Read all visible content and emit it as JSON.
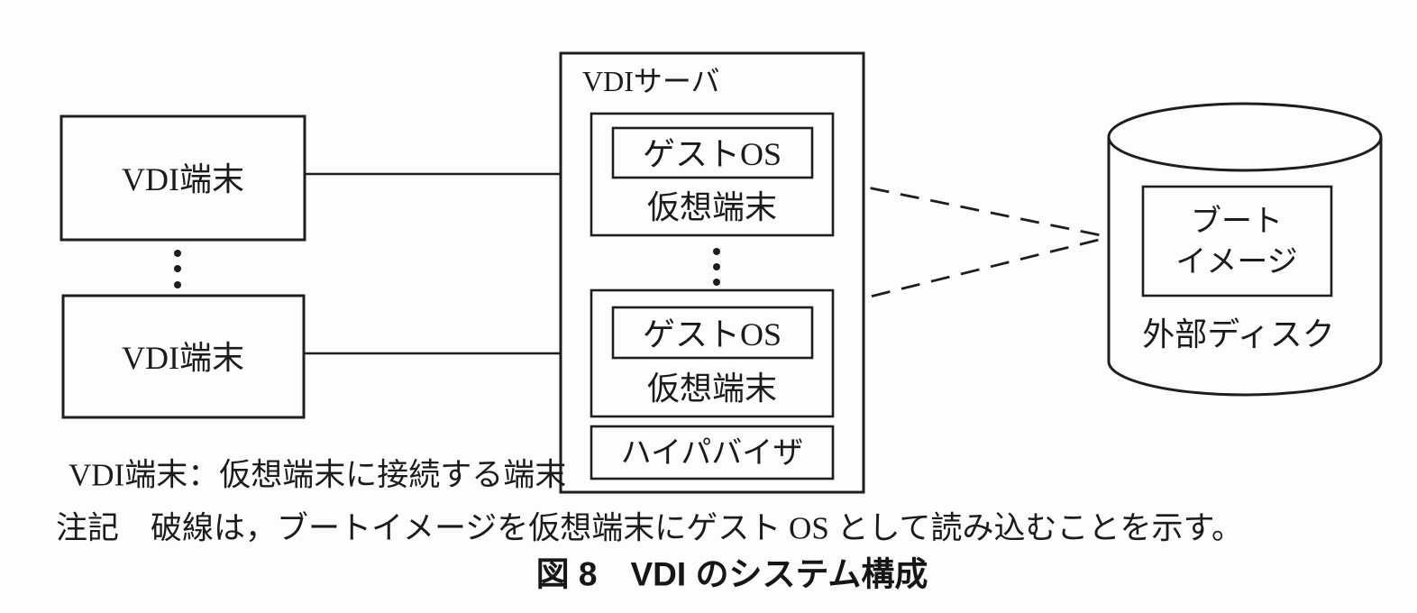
{
  "figure": {
    "vdi_terminal_label": "VDI端末",
    "vdi_server_label": "VDIサーバ",
    "guest_os_label": "ゲストOS",
    "virtual_terminal_label": "仮想端末",
    "hypervisor_label": "ハイパバイザ",
    "boot_image_line1": "ブート",
    "boot_image_line2": "イメージ",
    "external_disk_label": "外部ディスク"
  },
  "annotations": {
    "terminal_definition": "VDI端末：仮想端末に接続する端末",
    "note": "注記　破線は，ブートイメージを仮想端末にゲスト OS として読み込むことを示す。"
  },
  "caption": "図 8　VDI のシステム構成",
  "colors": {
    "paper": "#fdfdfb",
    "ink": "#1e1e1e"
  }
}
